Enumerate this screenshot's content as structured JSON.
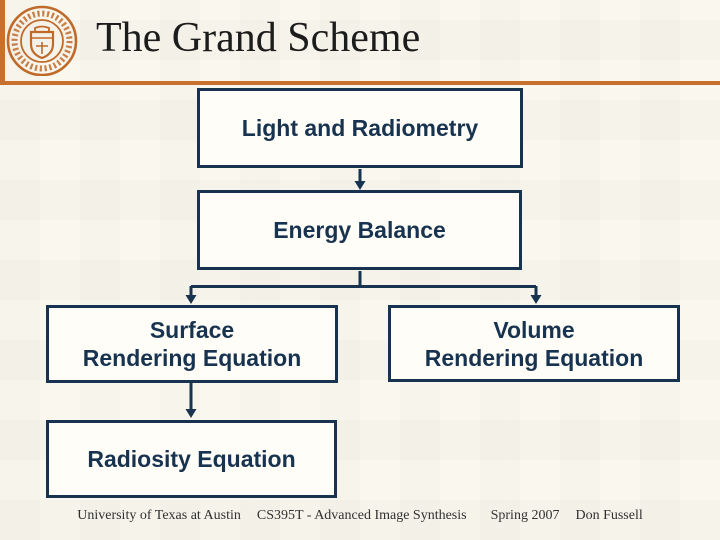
{
  "colors": {
    "accent": "#C8702E",
    "ink": "#17334F",
    "bg": "#FAF8EE",
    "title_text": "#1C1C1C",
    "footer_text": "#303030"
  },
  "header": {
    "title": "The Grand Scheme",
    "logo": "university-of-texas-seal"
  },
  "diagram": {
    "type": "flowchart",
    "nodes": {
      "light": {
        "label": "Light and Radiometry"
      },
      "energy": {
        "label": "Energy Balance"
      },
      "surface": {
        "label": "Surface\nRendering Equation"
      },
      "volume": {
        "label": "Volume\nRendering Equation"
      },
      "radiosity": {
        "label": "Radiosity Equation"
      }
    },
    "edges": [
      {
        "from": "Light and Radiometry",
        "to": "Energy Balance"
      },
      {
        "from": "Energy Balance",
        "to": "Surface Rendering Equation"
      },
      {
        "from": "Energy Balance",
        "to": "Volume Rendering Equation"
      },
      {
        "from": "Surface Rendering Equation",
        "to": "Radiosity Equation"
      }
    ]
  },
  "footer": {
    "institution": "University of Texas at Austin",
    "course": "CS395T -  Advanced Image Synthesis",
    "term": "Spring 2007",
    "author": "Don Fussell"
  }
}
